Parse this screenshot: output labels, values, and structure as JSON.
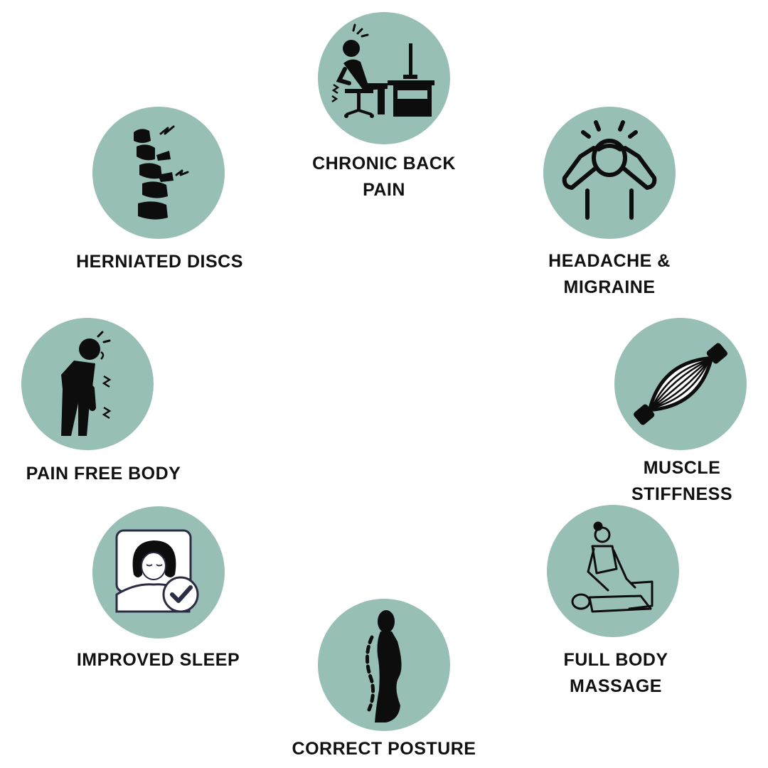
{
  "colors": {
    "circle": "#98bfb6",
    "icon": "#0d0d0d",
    "text": "#111111",
    "background": "#ffffff"
  },
  "items": [
    {
      "icon": "back-pain-desk-icon",
      "lines": [
        "CHRONIC BACK",
        "PAIN"
      ]
    },
    {
      "icon": "headache-icon",
      "lines": [
        "HEADACHE &",
        "MIGRAINE"
      ]
    },
    {
      "icon": "muscle-fiber-icon",
      "lines": [
        "MUSCLE",
        "STIFFNESS"
      ]
    },
    {
      "icon": "massage-therapist-icon",
      "lines": [
        "FULL BODY",
        "MASSAGE"
      ]
    },
    {
      "icon": "spine-posture-icon",
      "lines": [
        "CORRECT POSTURE"
      ]
    },
    {
      "icon": "sleeping-person-check-icon",
      "lines": [
        "IMPROVED SLEEP"
      ]
    },
    {
      "icon": "knee-pain-person-icon",
      "lines": [
        "PAIN FREE BODY"
      ]
    },
    {
      "icon": "spine-vertebrae-icon",
      "lines": [
        "HERNIATED DISCS"
      ]
    }
  ]
}
